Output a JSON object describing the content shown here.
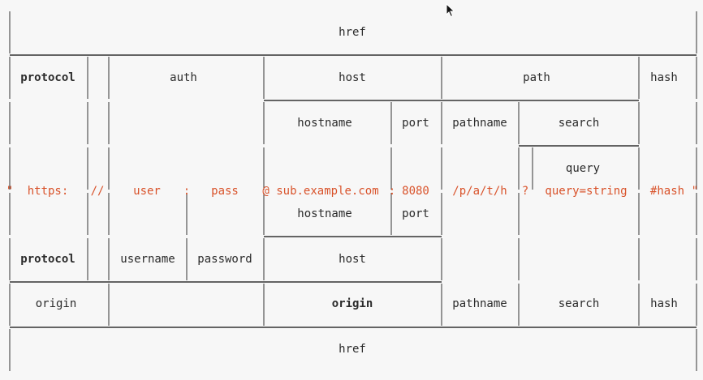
{
  "rows": {
    "href_top": "href",
    "parts_top": {
      "protocol": "protocol",
      "auth": "auth",
      "host": "host",
      "path": "path",
      "hash": "hash"
    },
    "parts_mid": {
      "hostname": "hostname",
      "port": "port",
      "pathname": "pathname",
      "search": "search"
    },
    "query": "query",
    "url": {
      "open_quote": "\"",
      "protocol": "https:",
      "slashes": "//",
      "user": "user",
      "colon1": ":",
      "pass": "pass",
      "at_host": "@ sub.example.com",
      "colon2": ":",
      "port": "8080",
      "path": "/p/a/t/h",
      "qmark": "?",
      "query": "query=string",
      "hash": "#hash",
      "close_quote": "\""
    },
    "parts_lower_mid": {
      "hostname": "hostname",
      "port": "port"
    },
    "parts_lower": {
      "protocol": "protocol",
      "username": "username",
      "password": "password",
      "host": "host"
    },
    "origin_row": {
      "origin_left": "origin",
      "origin_right": "origin",
      "pathname": "pathname",
      "search": "search",
      "hash": "hash"
    },
    "href_bottom": "href"
  },
  "colors": {
    "line": "#333333",
    "text": "#2b2b2b",
    "url": "#d9532b",
    "background": "#f7f7f7"
  }
}
